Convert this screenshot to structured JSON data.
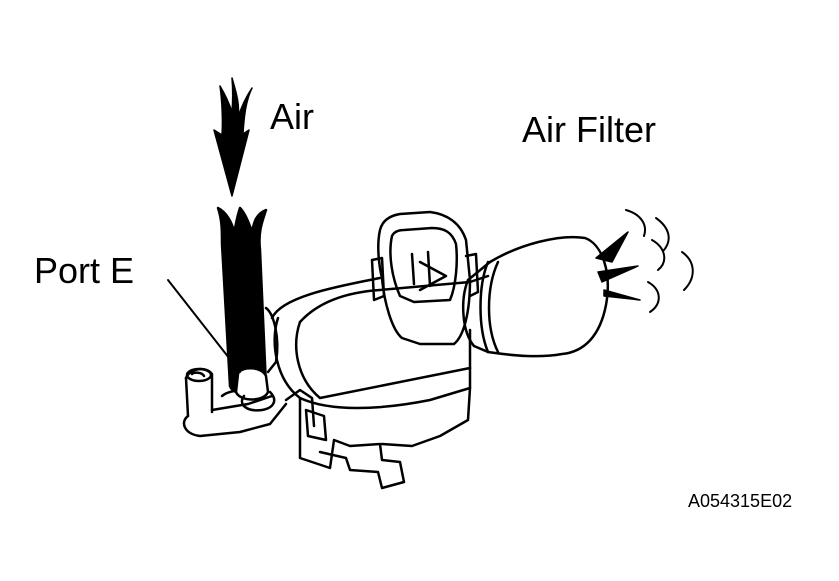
{
  "labels": {
    "air": "Air",
    "air_filter": "Air Filter",
    "port_e": "Port E",
    "figure_code": "A054315E02"
  },
  "colors": {
    "ink": "#000000",
    "paper": "#ffffff"
  },
  "icons": {
    "airflow_in": "arrow-down-icon",
    "airflow_out": "air-discharge-icon"
  }
}
